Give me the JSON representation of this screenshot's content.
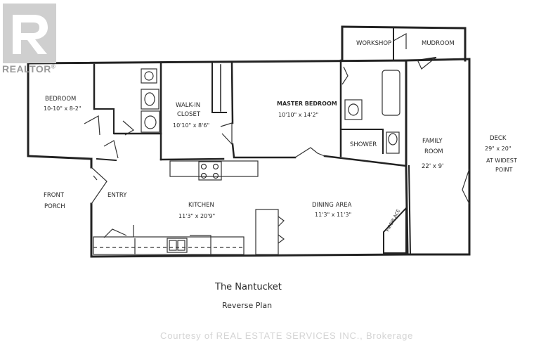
{
  "brand": {
    "name": "REALTOR",
    "reg": "®"
  },
  "rooms": {
    "bedroom": {
      "name": "BEDROOM",
      "size": "10-10\" x 8-2\""
    },
    "walkin": {
      "name1": "WALK-IN",
      "name2": "CLOSET",
      "size": "10'10\" x 8'6\""
    },
    "master": {
      "name": "MASTER BEDROOM",
      "size": "10'10\" x 14'2\""
    },
    "shower": {
      "name": "SHOWER"
    },
    "workshop": {
      "name": "WORKSHOP"
    },
    "mudroom": {
      "name": "MUDROOM"
    },
    "family": {
      "name1": "FAMILY",
      "name2": "ROOM",
      "size": "22' x 9'"
    },
    "deck": {
      "name": "DECK",
      "size": "29\" x 20\"",
      "note1": "AT WIDEST",
      "note2": "POINT"
    },
    "porch": {
      "name1": "FRONT",
      "name2": "PORCH"
    },
    "entry": {
      "name": "ENTRY"
    },
    "kitchen": {
      "name": "KITCHEN",
      "size": "11'3\" x 20'9\""
    },
    "dining": {
      "name": "DINING AREA",
      "size": "11'3\" x 11'3\""
    },
    "fireplace": {
      "name": "FIREPLACE"
    }
  },
  "caption": {
    "title": "The Nantucket",
    "subtitle": "Reverse Plan"
  },
  "watermark": "Courtesy of REAL ESTATE SERVICES INC., Brokerage"
}
